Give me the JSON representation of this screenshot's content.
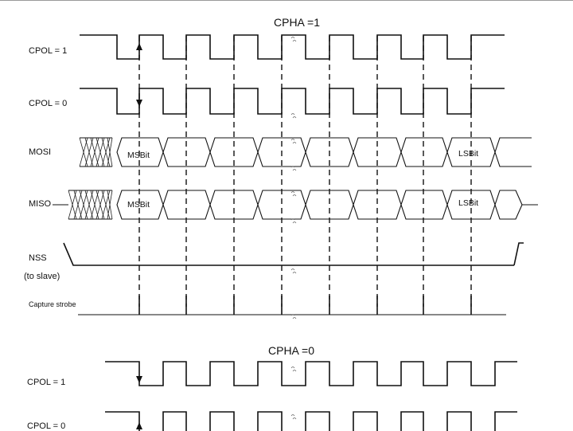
{
  "section1": {
    "title": "CPHA =1",
    "signals": {
      "cpol1": "CPOL = 1",
      "cpol0": "CPOL = 0",
      "mosi": "MOSI",
      "miso": "MISO",
      "nss_line1": "NSS",
      "nss_line2": "(to slave)",
      "capture": "Capture strobe"
    },
    "msb_label": "MSBit",
    "lsb_label": "LSBit"
  },
  "section2": {
    "title": "CPHA =0",
    "signals": {
      "cpol1": "CPOL = 1",
      "cpol0": "CPOL = 0"
    }
  },
  "colors": {
    "line": "#111111",
    "background": "#ffffff",
    "top_rule": "#9a9a9a"
  }
}
